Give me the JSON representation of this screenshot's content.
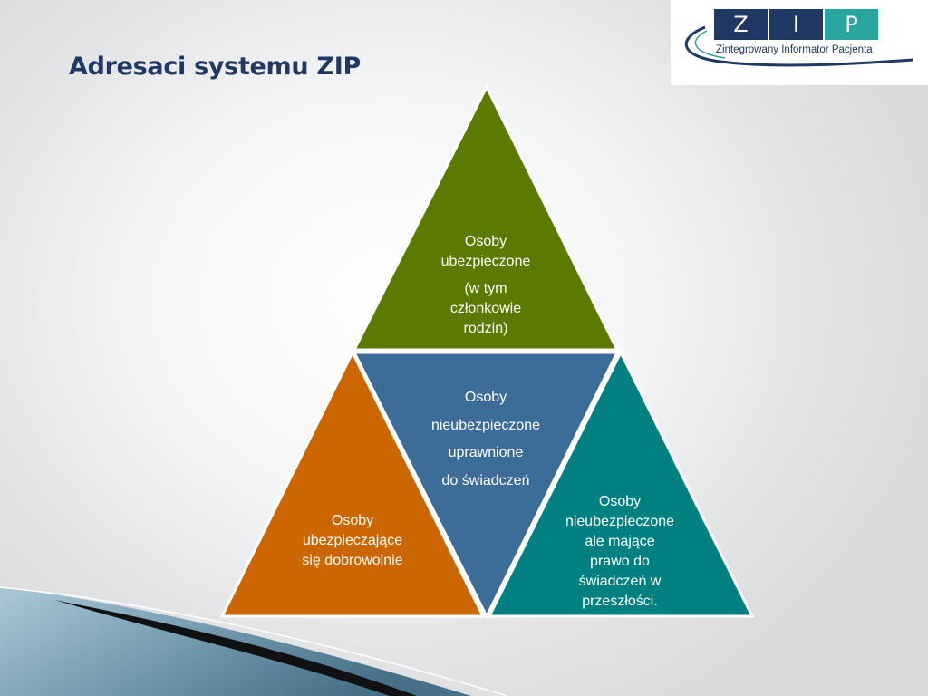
{
  "slide": {
    "title": "Adresaci systemu ZIP"
  },
  "logo": {
    "letters": [
      "Z",
      "I",
      "P"
    ],
    "caption": "Zintegrowany Informator Pacjenta",
    "colors": {
      "tile_dark": "#1f3864",
      "tile_teal": "#2aa6a0",
      "swoosh": "#1f3864"
    }
  },
  "diagram": {
    "top_triangle": {
      "lines": [
        "Osoby",
        "ubezpieczone",
        "(w tym",
        "członkowie",
        "rodzin)"
      ],
      "color": "#5b7b00"
    },
    "center_triangle": {
      "lines": [
        "Osoby",
        "nieubezpieczone",
        "uprawnione",
        "do świadczeń"
      ],
      "color": "#3c6c98"
    },
    "left_triangle": {
      "lines": [
        "Osoby",
        "ubezpieczające",
        "się dobrowolnie"
      ],
      "color": "#cc6600"
    },
    "right_triangle": {
      "lines": [
        "Osoby",
        "nieubezpieczone",
        "ale mające",
        "prawo do",
        "świadczeń w",
        "przeszłości."
      ],
      "color": "#008080"
    }
  },
  "colors": {
    "title": "#1f3864",
    "corner_band_light": "#8fb3c6",
    "corner_band_dark": "#3f6f88"
  }
}
